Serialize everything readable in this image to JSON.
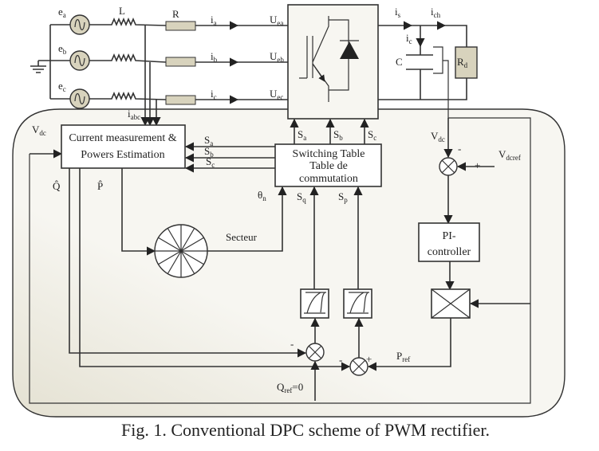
{
  "colors": {
    "panel": "#f7f6f1",
    "component": "#d8d3bd",
    "line": "#333333"
  },
  "sources": [
    {
      "main": "e",
      "sub": "a"
    },
    {
      "main": "e",
      "sub": "b"
    },
    {
      "main": "e",
      "sub": "c"
    }
  ],
  "inductor_label": "L",
  "resistor_label": "R",
  "currents": [
    {
      "main": "i",
      "sub": "a"
    },
    {
      "main": "i",
      "sub": "b"
    },
    {
      "main": "i",
      "sub": "c"
    }
  ],
  "converter_voltages": [
    {
      "main": "U",
      "sub": "ea"
    },
    {
      "main": "U",
      "sub": "eb"
    },
    {
      "main": "U",
      "sub": "ec"
    }
  ],
  "iabc": {
    "main": "i",
    "sub": "abc"
  },
  "dc": {
    "is": {
      "main": "i",
      "sub": "s"
    },
    "ich": {
      "main": "i",
      "sub": "ch"
    },
    "ic": {
      "main": "i",
      "sub": "c"
    },
    "capacitor": "C",
    "load": {
      "main": "R",
      "sub": "d"
    }
  },
  "measurement_block": {
    "line1": "Current measurement &",
    "line2": "Powers Estimation"
  },
  "switching_block": {
    "line1": "Switching Table",
    "overlay": "Table de",
    "line2": "commutation"
  },
  "switch_signals": [
    {
      "main": "S",
      "sub": "a"
    },
    {
      "main": "S",
      "sub": "b"
    },
    {
      "main": "S",
      "sub": "c"
    }
  ],
  "vdc": {
    "main": "V",
    "sub": "dc"
  },
  "vdc_right": {
    "main": "V",
    "sub": "dc"
  },
  "vdcref": {
    "main": "V",
    "sub": "dcref"
  },
  "q_hat": "Q̂",
  "p_hat": "P̂",
  "theta": {
    "main": "θ",
    "sub": "n"
  },
  "sq": {
    "main": "S",
    "sub": "q"
  },
  "sp": {
    "main": "S",
    "sub": "p"
  },
  "sector_label": "Secteur",
  "pi_block": {
    "line1": "PI-",
    "line2": "controller"
  },
  "pref": {
    "main": "P",
    "sub": "ref"
  },
  "qref": {
    "main": "Q",
    "sub": "ref",
    "value": "=0"
  },
  "signs": {
    "minus": "-",
    "plus": "+"
  },
  "caption": "Fig. 1.  Conventional DPC scheme of PWM rectifier."
}
